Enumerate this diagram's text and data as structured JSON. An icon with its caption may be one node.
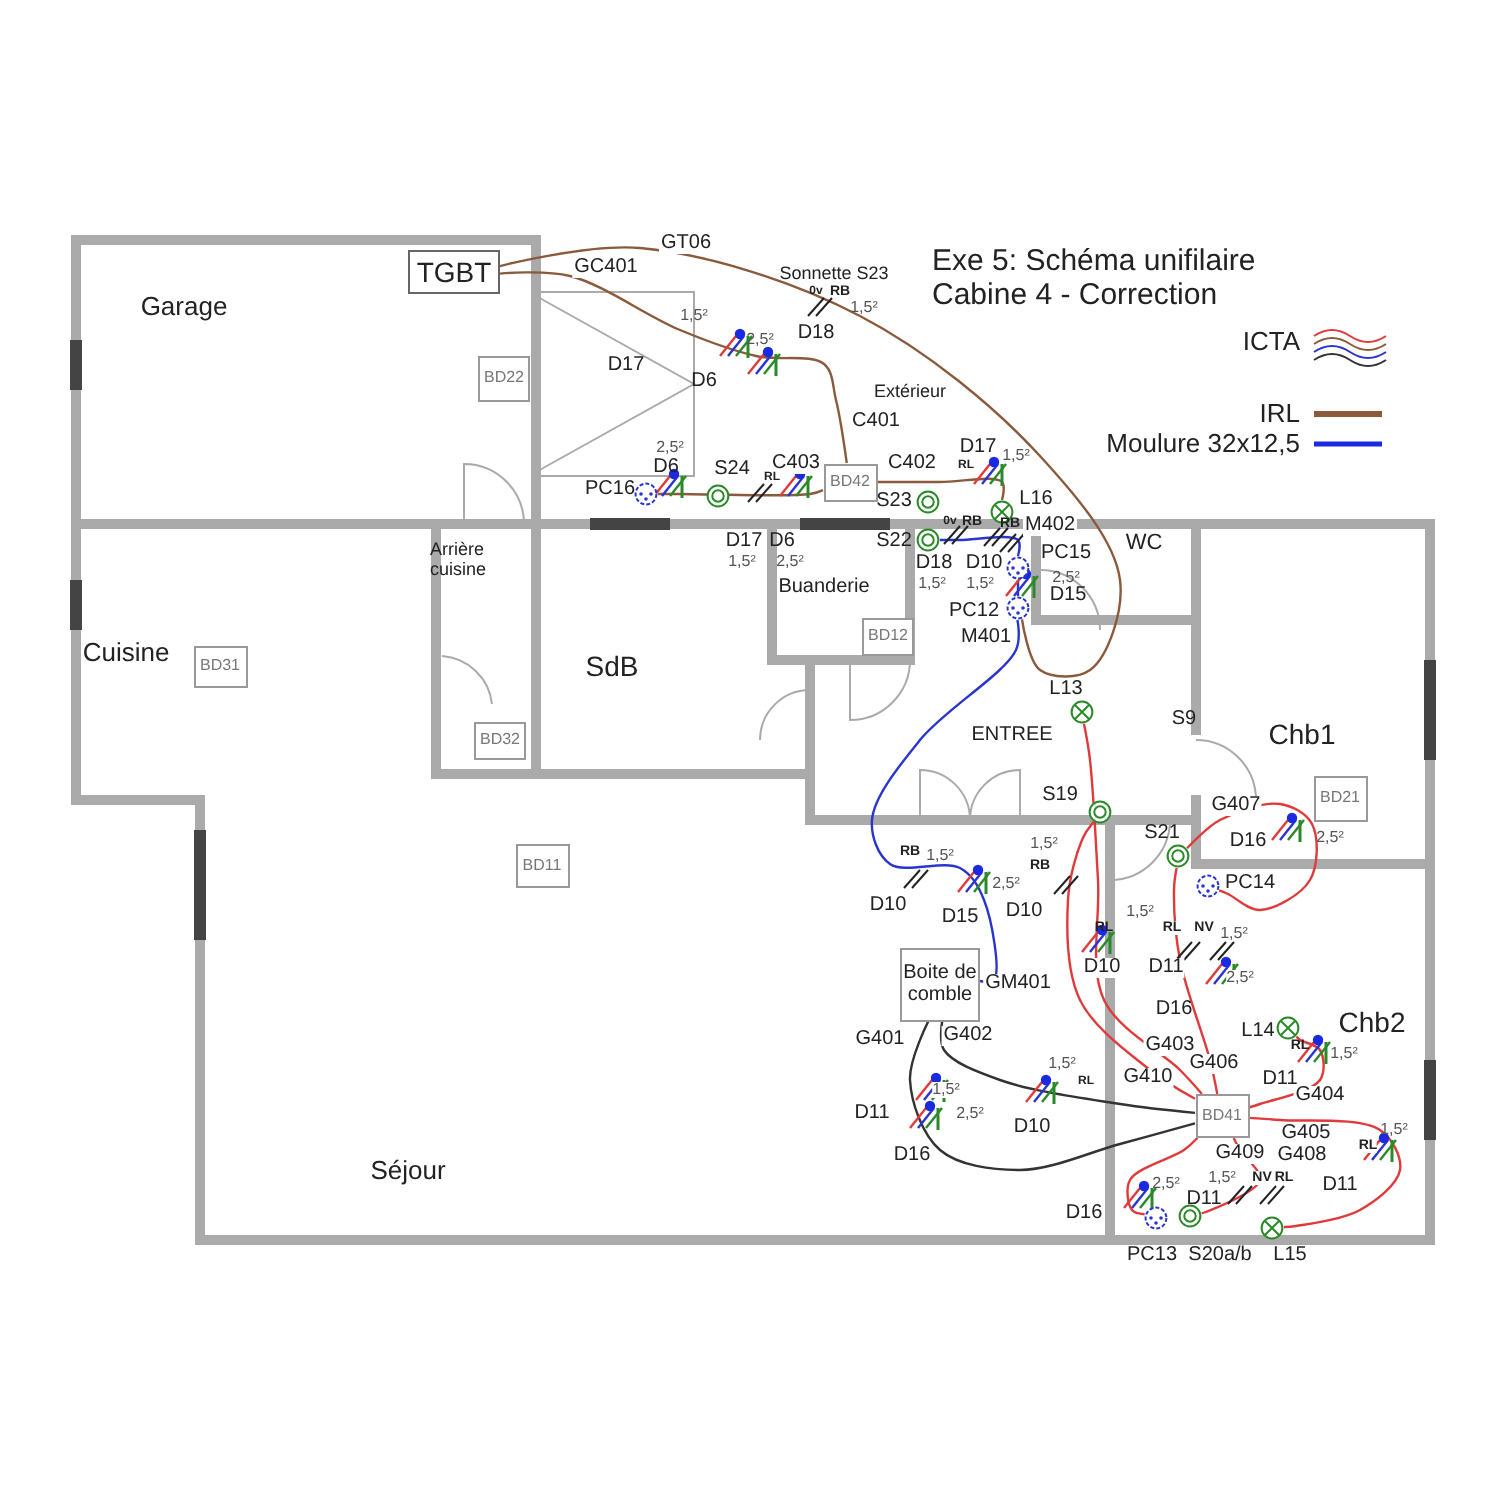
{
  "diagram": {
    "title": "Exe 5: Schéma unifilaire Cabine 4 - Correction",
    "nodes": [
      {
        "text": [
          "TGBT"
        ]
      },
      {
        "text": [
          "BD22"
        ]
      },
      {
        "text": [
          "BD42"
        ]
      },
      {
        "text": [
          "BD12"
        ]
      },
      {
        "text": [
          "BD31"
        ]
      },
      {
        "text": [
          "BD32"
        ]
      },
      {
        "text": [
          "BD11"
        ]
      },
      {
        "text": [
          "BD21"
        ]
      },
      {
        "text": [
          "BD41"
        ]
      },
      {
        "text": [
          "Boite de comble"
        ]
      },
      {
        "text": [],
        "shape": "circle",
        "beside": [
          "PC16"
        ]
      },
      {
        "text": [],
        "shape": "circle",
        "beside": [
          "S24"
        ]
      },
      {
        "text": [],
        "shape": "circle",
        "beside": [
          "S23"
        ]
      },
      {
        "text": [],
        "shape": "circle",
        "beside": [
          "L16"
        ]
      },
      {
        "text": [],
        "shape": "circle",
        "beside": [
          "S22"
        ]
      },
      {
        "text": [],
        "shape": "circle",
        "beside": [
          "PC15"
        ]
      },
      {
        "text": [],
        "shape": "circle",
        "beside": [
          "PC12"
        ]
      },
      {
        "text": [],
        "shape": "circle",
        "beside": [
          "L13"
        ]
      },
      {
        "text": [],
        "shape": "circle",
        "beside": [
          "S19"
        ]
      },
      {
        "text": [],
        "shape": "circle",
        "beside": [
          "S21"
        ]
      },
      {
        "text": [],
        "shape": "circle",
        "beside": [
          "PC14"
        ]
      },
      {
        "text": [],
        "shape": "circle",
        "beside": [
          "L14"
        ]
      },
      {
        "text": [],
        "shape": "circle",
        "beside": [
          "PC13"
        ]
      },
      {
        "text": [],
        "shape": "circle",
        "beside": [
          "S20a/b"
        ]
      },
      {
        "text": [],
        "shape": "circle",
        "beside": [
          "L15"
        ]
      }
    ],
    "edges": [
      {
        "from": 0,
        "to": 2,
        "arrow": "none",
        "label": "GC401",
        "color": "#8b5a3c"
      },
      {
        "from": 0,
        "to": 16,
        "arrow": "none",
        "label": "GT06",
        "color": "#8b5a3c"
      },
      {
        "from": 2,
        "to": 13,
        "arrow": "none",
        "label": "C402",
        "color": "#8b5a3c"
      },
      {
        "from": 2,
        "to": 10,
        "arrow": "none",
        "label": "C403",
        "color": "#8b5a3c"
      },
      {
        "from": 16,
        "to": 9,
        "arrow": "none",
        "label": "GM401",
        "color": "#2a35d0"
      },
      {
        "from": 15,
        "to": 14,
        "arrow": "none",
        "label": "M402",
        "color": "#2a35d0"
      },
      {
        "from": 9,
        "to": 8,
        "arrow": "none",
        "label": "G402",
        "color": "#333333"
      },
      {
        "from": 9,
        "to": 8,
        "arrow": "none",
        "label": "G401",
        "color": "#333333"
      },
      {
        "from": 8,
        "to": 18,
        "arrow": "none",
        "label": "G410"
      },
      {
        "from": 8,
        "to": 17,
        "arrow": "none",
        "label": "G403"
      },
      {
        "from": 8,
        "to": 19,
        "arrow": "none",
        "label": "G406"
      },
      {
        "from": 8,
        "to": 21,
        "arrow": "none",
        "label": "G404"
      },
      {
        "from": 8,
        "to": 24,
        "arrow": "none",
        "label": "G405"
      },
      {
        "from": 8,
        "to": 23,
        "arrow": "none",
        "label": "G408"
      },
      {
        "from": 8,
        "to": 22,
        "arrow": "none",
        "label": "G409"
      },
      {
        "from": 19,
        "to": 20,
        "arrow": "none",
        "label": "G407"
      },
      {
        "from": 15,
        "to": 16,
        "arrow": "none",
        "color": "#2a35d0"
      }
    ],
    "labels": [
      "Garage",
      "Sonnette S23",
      "0v",
      "RB",
      "1,5²",
      "D18",
      "1,5²",
      "D17",
      "2,5²",
      "D6",
      "Extérieur",
      "C401",
      "2,5²",
      "D6",
      "RL",
      "D17",
      "1,5²",
      "D6",
      "2,5²",
      "D17",
      "1,5²",
      "RL",
      "0v",
      "RB",
      "RB",
      "D18",
      "1,5²",
      "D10",
      "1,5²",
      "2,5²",
      "D15",
      "M401",
      "WC",
      "Arrière cuisine",
      "Cuisine",
      "Buanderie",
      "SdB",
      "ENTREE",
      "S9",
      "Chb1",
      "D16",
      "2,5²",
      "1,5²",
      "RB",
      "D10",
      "D15",
      "2,5²",
      "1,5²",
      "RB",
      "D10",
      "1,5²",
      "RL",
      "D10",
      "RL",
      "NV",
      "1,5²",
      "D11",
      "2,5²",
      "D16",
      "Chb2",
      "RL",
      "1,5²",
      "D11",
      "1,5²",
      "RL",
      "D11",
      "1,5²",
      "D16",
      "2,5²",
      "D10",
      "1,5²",
      "RL",
      "2,5²",
      "D11",
      "1,5²",
      "NV",
      "RL",
      "D11",
      "D16",
      "Séjour"
    ],
    "legend": [
      {
        "text": "ICTA"
      },
      {
        "text": "IRL"
      },
      {
        "text": "Moulure 32x12,5"
      }
    ]
  }
}
